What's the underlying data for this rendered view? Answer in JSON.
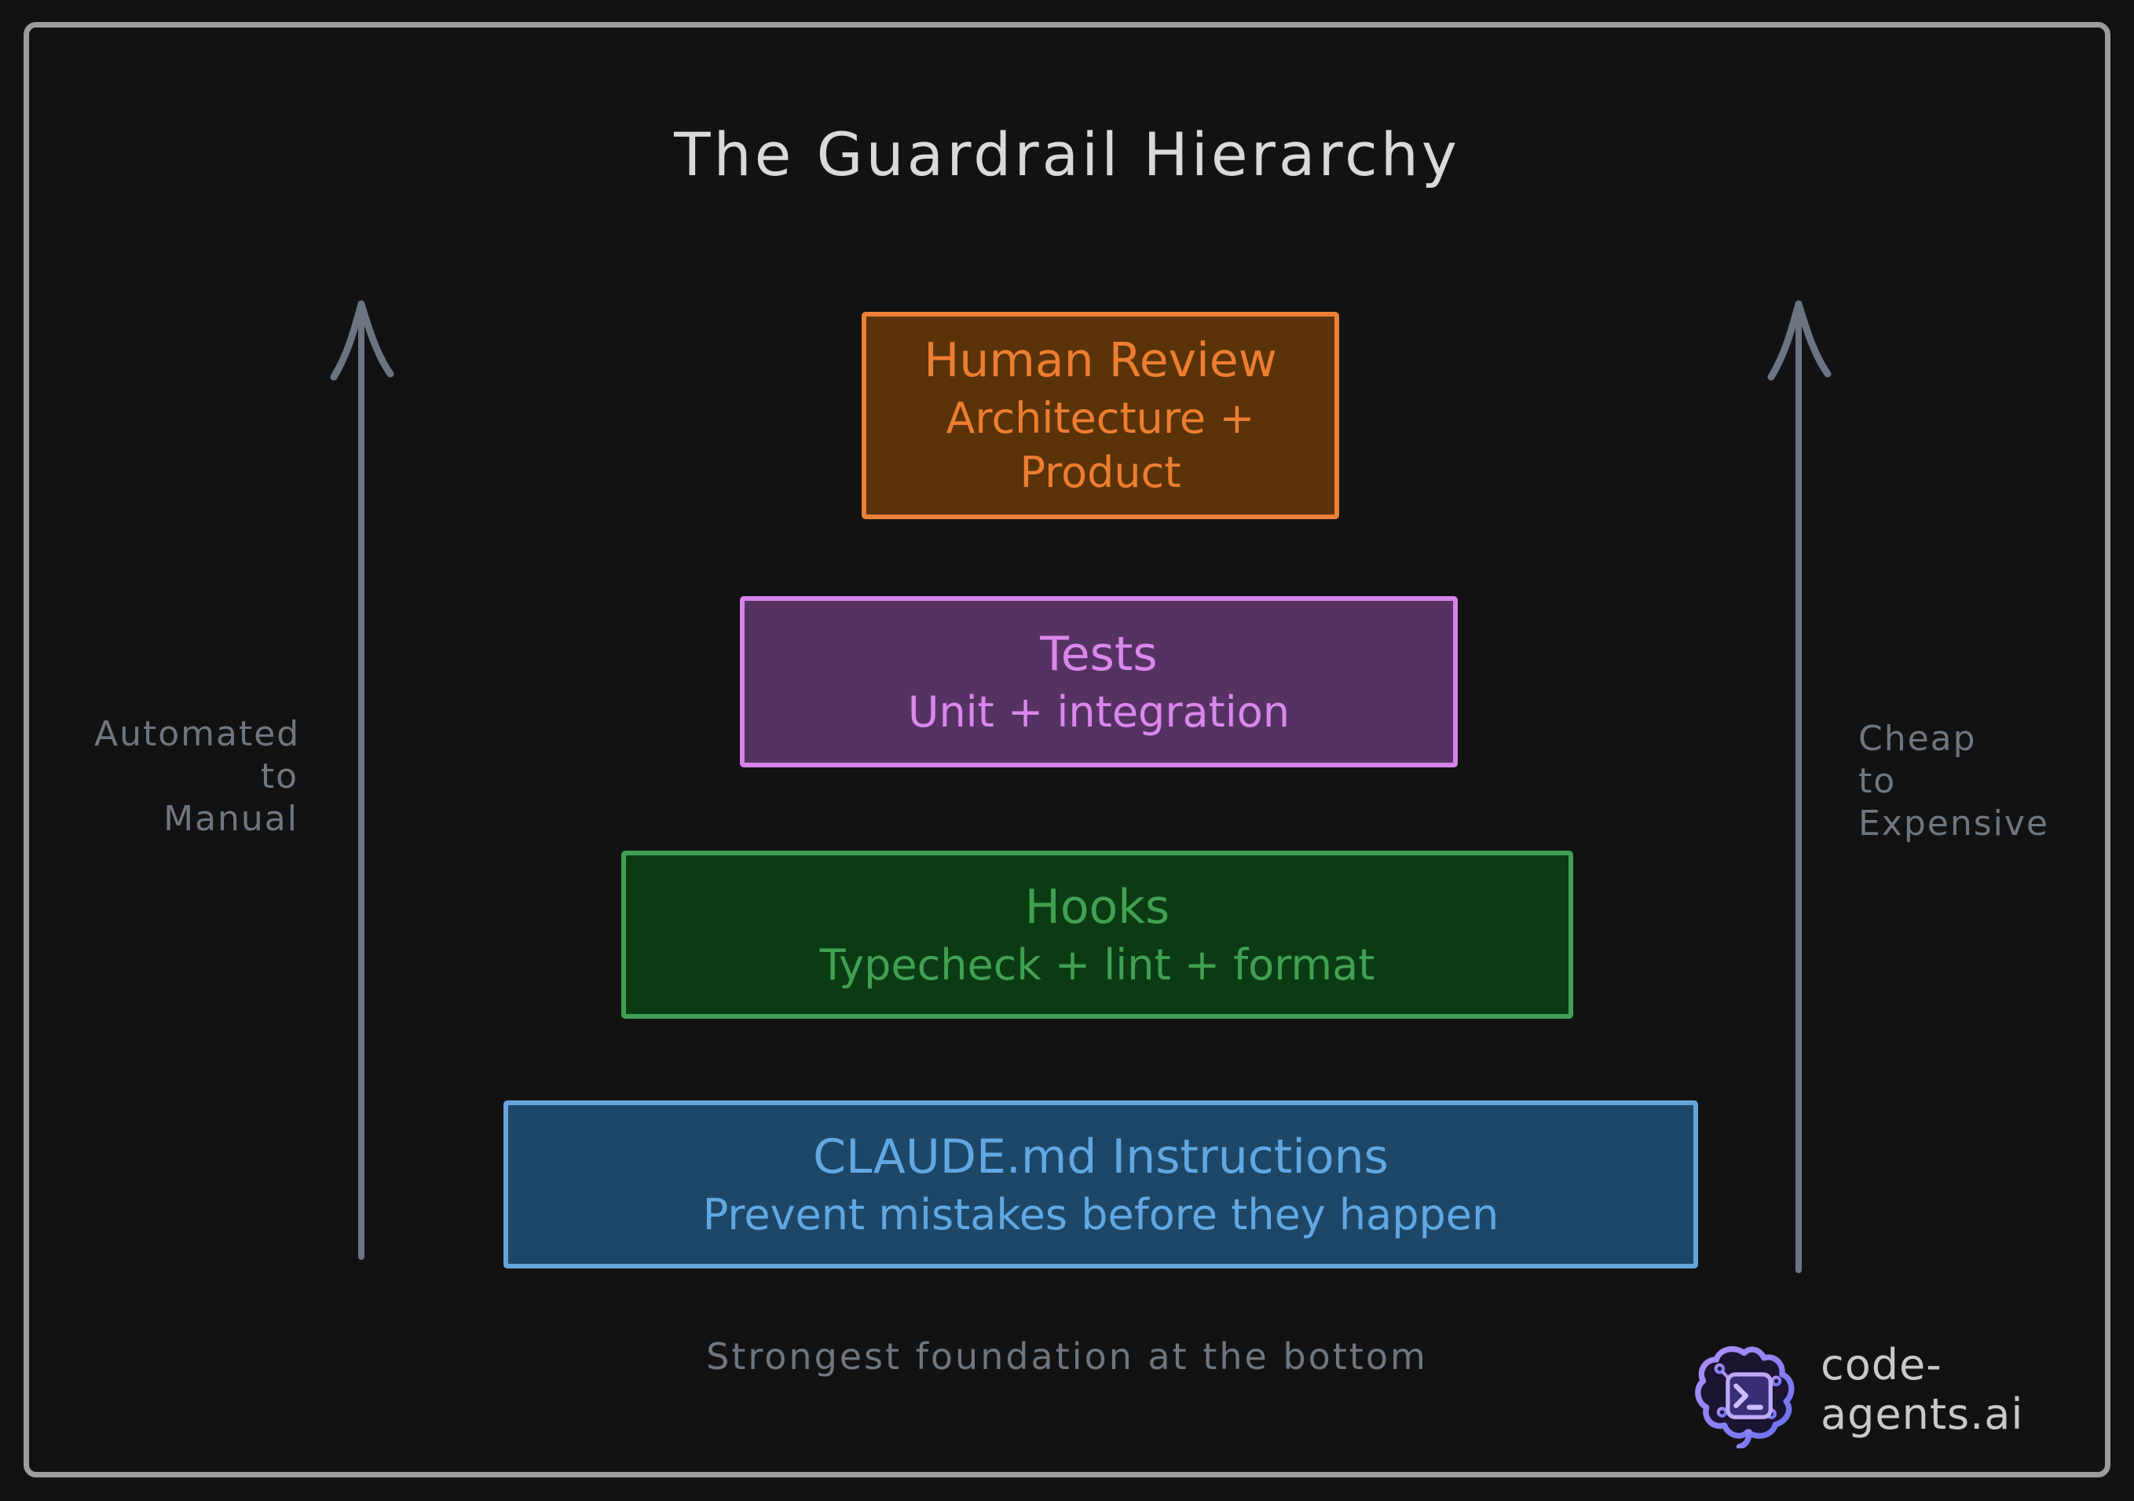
{
  "title": "The Guardrail Hierarchy",
  "title_color": "#d9d9d9",
  "background": "#121212",
  "frame_color": "#9c9c9c",
  "arrow_color": "#6b7480",
  "muted_color": "#6e7780",
  "levels": [
    {
      "name": "Human Review",
      "detail": "Architecture + Product",
      "border": "#ed8036",
      "fill": "#5a3309",
      "text": "#ed7d31"
    },
    {
      "name": "Tests",
      "detail": "Unit + integration",
      "border": "#d783ea",
      "fill": "#563263",
      "text": "#d988eb"
    },
    {
      "name": "Hooks",
      "detail": "Typecheck + lint + format",
      "border": "#3fa053",
      "fill": "#0b3b13",
      "text": "#41a052"
    },
    {
      "name": "CLAUDE.md Instructions",
      "detail": "Prevent mistakes before they happen",
      "border": "#64a5dc",
      "fill": "#1e4767",
      "text": "#61a7e2"
    }
  ],
  "left_axis": {
    "lines": [
      "Automated",
      "to",
      "Manual"
    ]
  },
  "right_axis": {
    "lines": [
      "Cheap",
      "to",
      "Expensive"
    ]
  },
  "caption": "Strongest foundation at the bottom",
  "brand": {
    "text": "code-agents.ai",
    "icon": "brain-terminal-icon",
    "gradient_start": "#b290fa",
    "gradient_end": "#6a71ee",
    "text_color": "#c9c9c9"
  }
}
